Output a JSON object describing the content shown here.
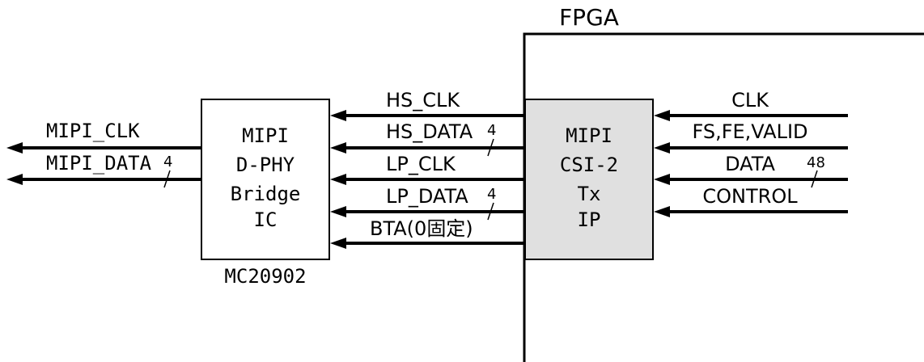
{
  "fpga": {
    "label": "FPGA"
  },
  "bridge": {
    "lines": [
      "MIPI",
      "D-PHY",
      "Bridge",
      "IC"
    ],
    "part_number": "MC20902",
    "fill": "#ffffff"
  },
  "csi": {
    "lines": [
      "MIPI",
      "CSI-2",
      "Tx",
      "IP"
    ],
    "fill": "#e0e0e0"
  },
  "left_signals": [
    {
      "label": "MIPI_CLK",
      "width": ""
    },
    {
      "label": "MIPI_DATA",
      "width": "4"
    }
  ],
  "middle_signals": [
    {
      "label": "HS_CLK",
      "width": ""
    },
    {
      "label": "HS_DATA",
      "width": "4"
    },
    {
      "label": "LP_CLK",
      "width": ""
    },
    {
      "label": "LP_DATA",
      "width": "4"
    },
    {
      "label": "BTA(0固定)",
      "width": ""
    }
  ],
  "right_signals": [
    {
      "label": "CLK",
      "width": ""
    },
    {
      "label": "FS,FE,VALID",
      "width": ""
    },
    {
      "label": "DATA",
      "width": "48"
    },
    {
      "label": "CONTROL",
      "width": ""
    }
  ]
}
